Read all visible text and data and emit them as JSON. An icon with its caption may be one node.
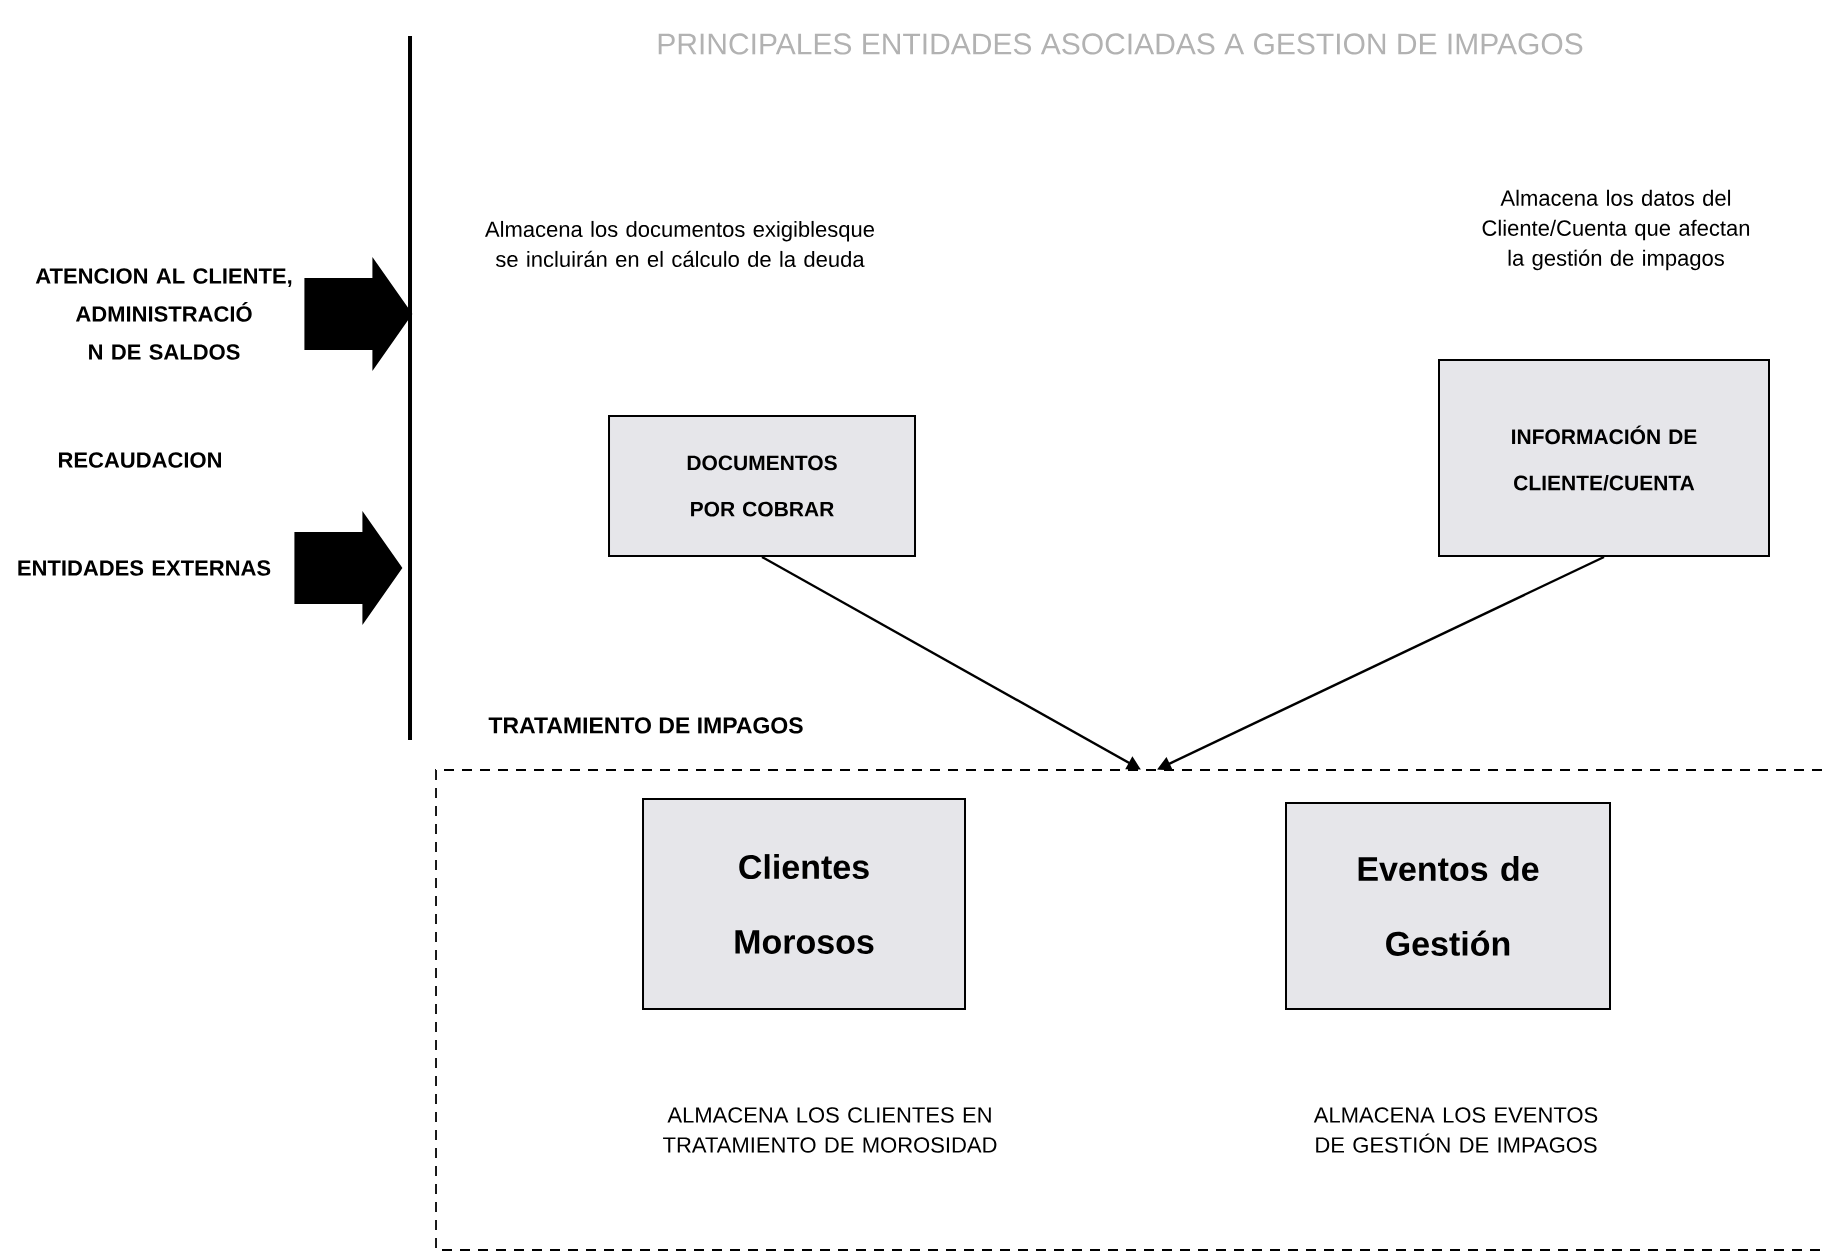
{
  "diagram": {
    "title": "PRINCIPALES ENTIDADES ASOCIADAS A GESTION DE IMPAGOS",
    "nodes": [
      {
        "text": [
          "TRATAMIENTO DE IMPAGOS"
        ]
      },
      {
        "text": [
          "DOCUMENTOS POR COBRAR"
        ]
      },
      {
        "text": [
          "INFORMACIÓN DE CLIENTE/CUENTA"
        ]
      },
      {
        "text": [
          "Clientes Morosos"
        ],
        "in": 0
      },
      {
        "text": [
          "Eventos de Gestión"
        ],
        "in": 0
      },
      {
        "text": [
          "ATENCION AL CLIENTE, ADMINISTRACIÓ N DE SALDOS"
        ]
      },
      {
        "text": [
          "ENTIDADES EXTERNAS"
        ]
      }
    ],
    "edges": [
      {
        "from": 1,
        "to": 0,
        "arrow": "to"
      },
      {
        "from": 2,
        "to": 0,
        "arrow": "to"
      },
      {
        "from": 5,
        "to": null,
        "arrow": "to",
        "style": "thick"
      },
      {
        "from": 6,
        "to": null,
        "arrow": "to",
        "style": "thick"
      }
    ],
    "labels": [
      "Almacena los documentos exigiblesque se incluirán en el cálculo de la deuda",
      "Almacena los datos del Cliente/Cuenta que afectan la gestión de impagos",
      "RECAUDACION",
      "ALMACENA LOS CLIENTES EN TRATAMIENTO DE MOROSIDAD",
      "ALMACENA LOS EVENTOS DE GESTIÓN DE IMPAGOS"
    ]
  }
}
